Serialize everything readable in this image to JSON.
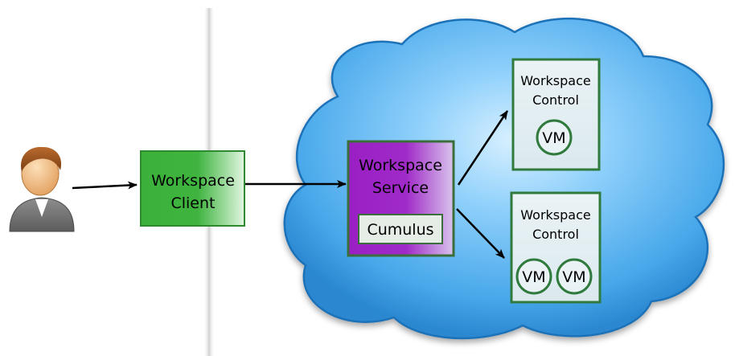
{
  "client": {
    "line1": "Workspace",
    "line2": "Client"
  },
  "service": {
    "line1": "Workspace",
    "line2": "Service",
    "cumulus": "Cumulus"
  },
  "control_top": {
    "line1": "Workspace",
    "line2": "Control",
    "vms": [
      "VM"
    ]
  },
  "control_bottom": {
    "line1": "Workspace",
    "line2": "Control",
    "vms": [
      "VM",
      "VM"
    ]
  },
  "colors": {
    "client_green": "#3bb13b",
    "service_purple": "#9a1fc4",
    "control_border": "#2f7a3c",
    "cloud_blue": "#55b4ee"
  }
}
